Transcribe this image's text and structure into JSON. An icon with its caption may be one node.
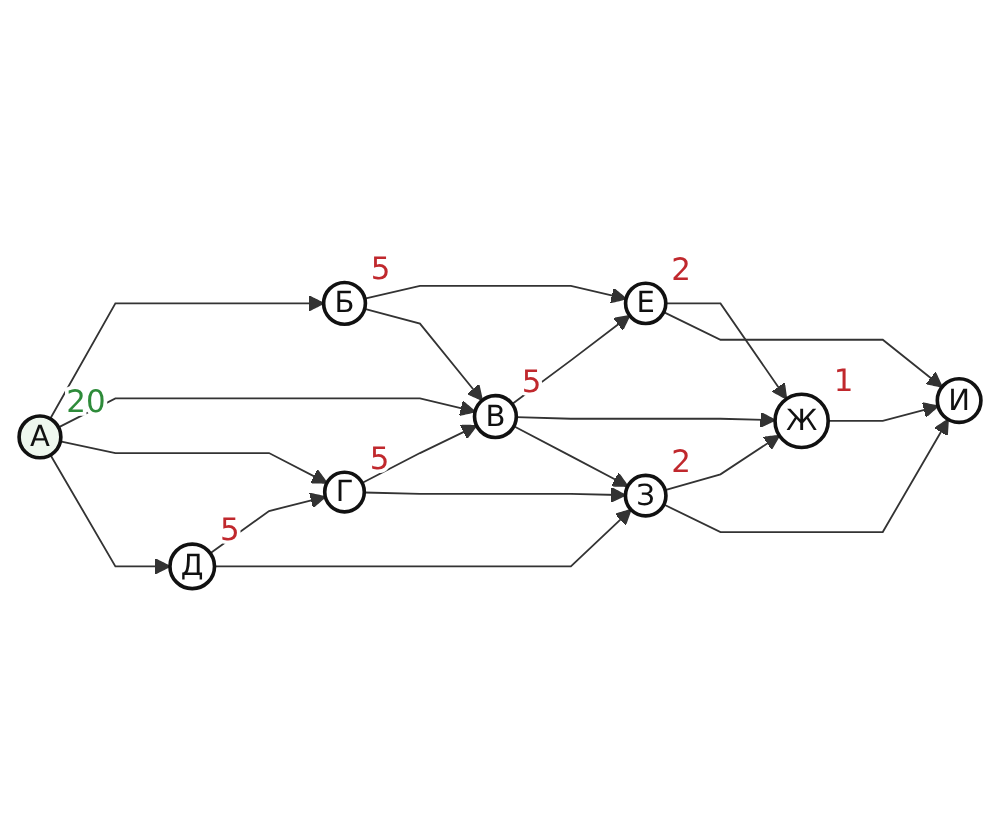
{
  "diagram": {
    "nodes": [
      {
        "text": [
          "А"
        ],
        "beside": [
          "20"
        ]
      },
      {
        "text": [
          "Б"
        ],
        "beside": [
          "5"
        ]
      },
      {
        "text": [
          "В"
        ],
        "beside": [
          "5"
        ]
      },
      {
        "text": [
          "Г"
        ],
        "beside": [
          "5"
        ]
      },
      {
        "text": [
          "Д"
        ],
        "beside": [
          "5"
        ]
      },
      {
        "text": [
          "Е"
        ],
        "beside": [
          "2"
        ]
      },
      {
        "text": [
          "Ж"
        ],
        "beside": [
          "1"
        ]
      },
      {
        "text": [
          "З"
        ],
        "beside": [
          "2"
        ]
      },
      {
        "text": [
          "И"
        ]
      }
    ],
    "edges": [
      {
        "from": 0,
        "to": 1,
        "arrow": "to"
      },
      {
        "from": 0,
        "to": 2,
        "arrow": "to"
      },
      {
        "from": 0,
        "to": 3,
        "arrow": "to"
      },
      {
        "from": 0,
        "to": 4,
        "arrow": "to"
      },
      {
        "from": 1,
        "to": 5,
        "arrow": "to"
      },
      {
        "from": 1,
        "to": 2,
        "arrow": "to"
      },
      {
        "from": 2,
        "to": 5,
        "arrow": "to"
      },
      {
        "from": 2,
        "to": 6,
        "arrow": "to"
      },
      {
        "from": 2,
        "to": 7,
        "arrow": "to"
      },
      {
        "from": 3,
        "to": 2,
        "arrow": "to"
      },
      {
        "from": 3,
        "to": 7,
        "arrow": "to"
      },
      {
        "from": 4,
        "to": 3,
        "arrow": "to"
      },
      {
        "from": 4,
        "to": 7,
        "arrow": "to"
      },
      {
        "from": 5,
        "to": 6,
        "arrow": "to"
      },
      {
        "from": 5,
        "to": 8,
        "arrow": "to"
      },
      {
        "from": 6,
        "to": 8,
        "arrow": "to"
      },
      {
        "from": 7,
        "to": 6,
        "arrow": "to"
      },
      {
        "from": 7,
        "to": 8,
        "arrow": "to"
      }
    ]
  }
}
